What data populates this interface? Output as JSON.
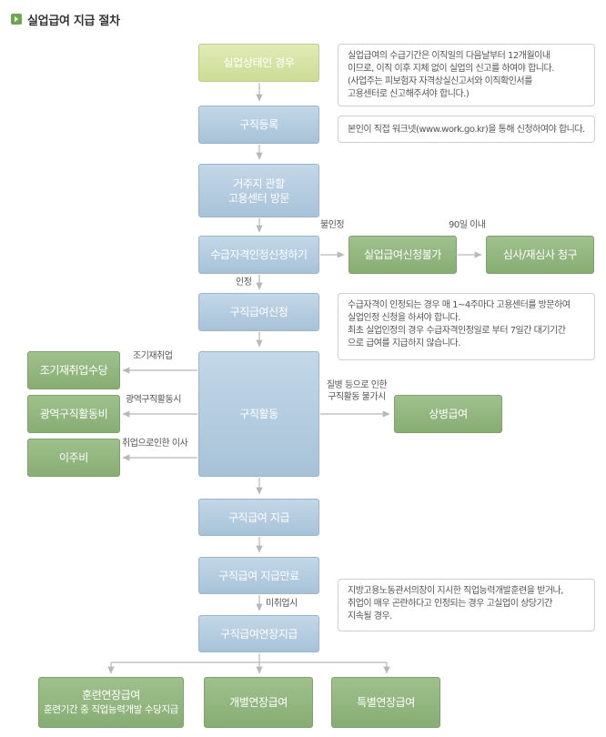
{
  "title": "실업급여 지급 절차",
  "nodes": {
    "unemployed": "실업상태인 경우",
    "job_register": "구직등록",
    "visit_line1": "거주지 관할",
    "visit_line2": "고용센터 방문",
    "apply_qual": "수급자격인정신청하기",
    "no_benefit": "실업급여신청불가",
    "review": "심사/재심사 청구",
    "apply_benefit": "구직급여신청",
    "job_search": "구직활동",
    "early_reemploy": "조기재취업수당",
    "wide_area": "광역구직활동비",
    "relocation": "이주비",
    "sickness": "상병급여",
    "pay": "구직급여 지급",
    "pay_end": "구직급여 지급만료",
    "extended": "구직급여연장지급",
    "training_line1": "훈련연장급여",
    "training_line2": "훈련기간 중 직업능력개발 수당지급",
    "individual_ext": "개별연장급여",
    "special_ext": "특별연장급여"
  },
  "edge_labels": {
    "not_approved": "불인정",
    "within_90": "90일 이내",
    "approved": "인정",
    "early_reemploy": "조기재취업",
    "wide_area": "광역구직활동시",
    "relocation": "취업으로인한 이사",
    "sickness_line1": "질병 등으로 인한",
    "sickness_line2": "구직활동 불가시",
    "not_employed": "미취업시"
  },
  "notes": {
    "n1": [
      "실업급여의 수급기간은 이직일의 다음날부터 12개월이내",
      "이므로,  이직 이후 지체 없이 실업의 신고를 하여야 합니다.",
      "(사업주는 피보험자 자격상실신고서와 이직확인서를",
      "고용센터로 신고해주셔야 합니다.)"
    ],
    "n2": [
      "본인이 직접 워크넷(www.work.go.kr)을 통해 신청하여야 합니다."
    ],
    "n3": [
      "수급자격이 인정되는 경우 매 1~4주마다 고용센터를 방문하여",
      "실업인정 신청을 하셔야 합니다.",
      "최초 실업인정의 경우 수급자격인정일로 부터 7일간 대기기간",
      "으로  급여를 지급하지 않습니다."
    ],
    "n4": [
      "지방고용노동관서의장이 지시한 직업능력개발훈련을 받거나,",
      "취업이 매우 곤란하다고 인정되는 경우 고실업이 상당기간",
      "지속될 경우."
    ]
  },
  "colors": {
    "process": "#a9c4da",
    "outcome": "#8db279",
    "start": "#d2e0a0",
    "connector": "#b8b8b8"
  }
}
